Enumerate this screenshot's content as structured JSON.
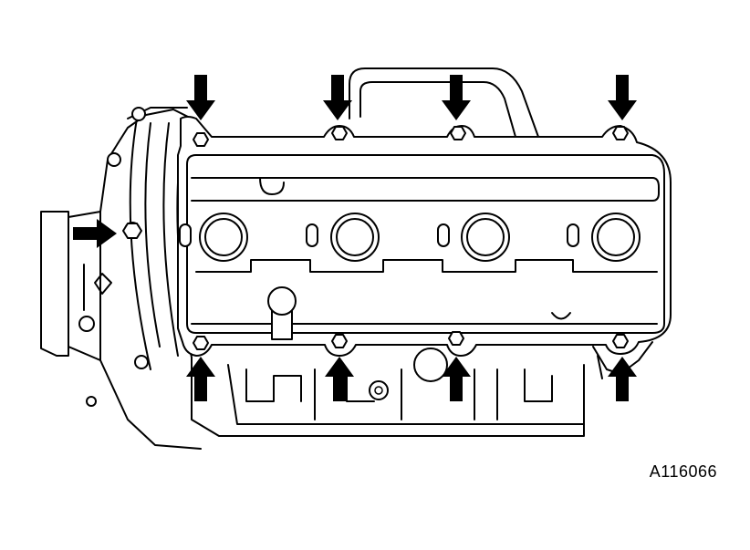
{
  "figure": {
    "reference_code": "A116066",
    "subject": "cylinder-head-cover-bolt-locations",
    "arrow_count": 9,
    "colors": {
      "line": "#000000",
      "background": "#ffffff"
    }
  }
}
